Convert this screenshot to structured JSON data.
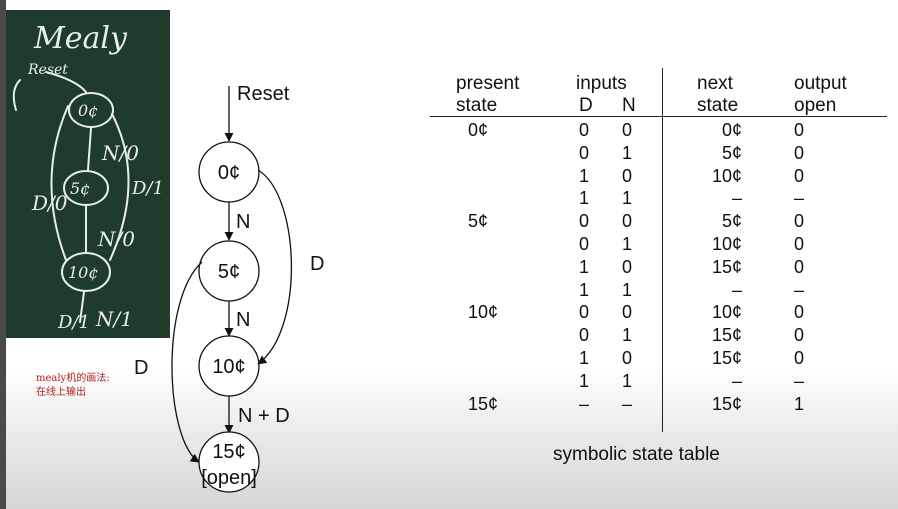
{
  "title_fragment": "",
  "chalkboard": {
    "labels": [
      "Mealy",
      "Reset",
      "0¢",
      "5¢",
      "10¢",
      "N/0",
      "N/0",
      "N/1",
      "D/0",
      "D/1",
      "D/1"
    ]
  },
  "note": {
    "line1": "mealy机的画法:",
    "line2": "在线上输出"
  },
  "diagram": {
    "reset_label": "Reset",
    "states": [
      "0¢",
      "5¢",
      "10¢",
      "15¢"
    ],
    "open_label": "[open]",
    "edge_n1": "N",
    "edge_n2": "N",
    "edge_nd": "N + D",
    "edge_d_right": "D",
    "edge_d_left": "D"
  },
  "table": {
    "headers": {
      "present_1": "present",
      "present_2": "state",
      "inputs": "inputs",
      "d": "D",
      "n": "N",
      "next_1": "next",
      "next_2": "state",
      "output_1": "output",
      "output_2": "open"
    },
    "rows": [
      {
        "present": "0¢",
        "d": "0",
        "n": "0",
        "next": "0¢",
        "open": "0"
      },
      {
        "present": "",
        "d": "0",
        "n": "1",
        "next": "5¢",
        "open": "0"
      },
      {
        "present": "",
        "d": "1",
        "n": "0",
        "next": "10¢",
        "open": "0"
      },
      {
        "present": "",
        "d": "1",
        "n": "1",
        "next": "–",
        "open": "–"
      },
      {
        "present": "5¢",
        "d": "0",
        "n": "0",
        "next": "5¢",
        "open": "0"
      },
      {
        "present": "",
        "d": "0",
        "n": "1",
        "next": "10¢",
        "open": "0"
      },
      {
        "present": "",
        "d": "1",
        "n": "0",
        "next": "15¢",
        "open": "0"
      },
      {
        "present": "",
        "d": "1",
        "n": "1",
        "next": "–",
        "open": "–"
      },
      {
        "present": "10¢",
        "d": "0",
        "n": "0",
        "next": "10¢",
        "open": "0"
      },
      {
        "present": "",
        "d": "0",
        "n": "1",
        "next": "15¢",
        "open": "0"
      },
      {
        "present": "",
        "d": "1",
        "n": "0",
        "next": "15¢",
        "open": "0"
      },
      {
        "present": "",
        "d": "1",
        "n": "1",
        "next": "–",
        "open": "–"
      },
      {
        "present": "15¢",
        "d": "–",
        "n": "–",
        "next": "15¢",
        "open": "1"
      }
    ],
    "caption": "symbolic state table"
  }
}
